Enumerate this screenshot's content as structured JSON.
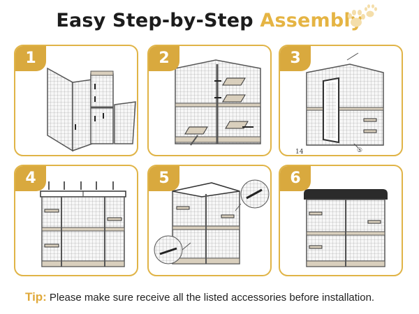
{
  "title": {
    "prefix": "Easy Step-by-Step ",
    "accent": "Assembly"
  },
  "steps": [
    {
      "number": "1"
    },
    {
      "number": "2"
    },
    {
      "number": "3",
      "page_number": "14",
      "callout": "⑤"
    },
    {
      "number": "4"
    },
    {
      "number": "5"
    },
    {
      "number": "6"
    }
  ],
  "tip": {
    "label": "Tip:",
    "text": "Please make sure receive all the listed accessories before installation."
  },
  "colors": {
    "accent": "#e5b443",
    "badge": "#d9a93e",
    "frame": "#e0b447",
    "wood": "#d9cfbd",
    "roof": "#2b2b2b"
  }
}
